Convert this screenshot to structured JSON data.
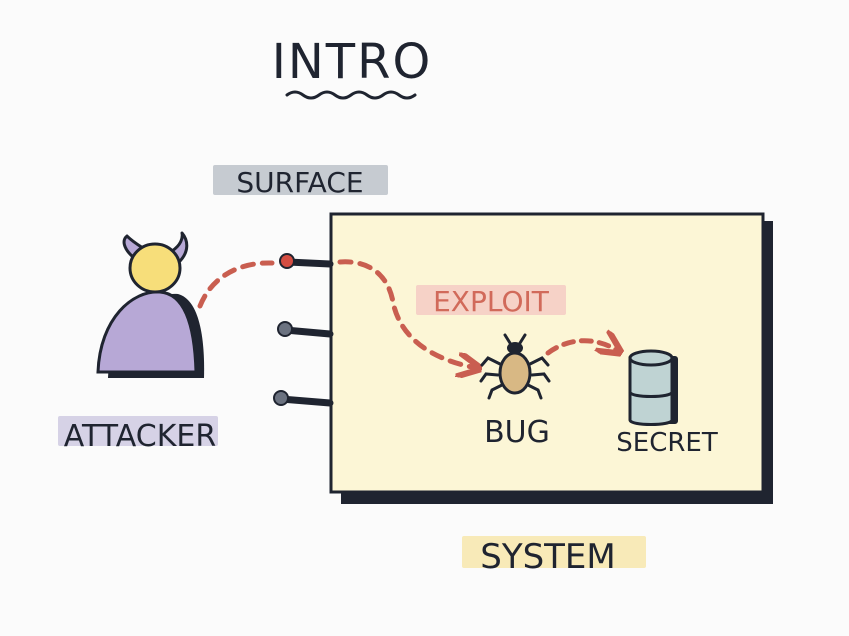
{
  "title": "INTRO",
  "labels": {
    "surface": "SURFACE",
    "attacker": "ATTACKER",
    "exploit": "EXPLOIT",
    "bug": "BUG",
    "secret": "SECRET",
    "system": "SYSTEM"
  },
  "colors": {
    "background": "#fbfbfb",
    "ink": "#1f2430",
    "system_fill": "#fcf6d6",
    "surface_highlight": "#c6cbd1",
    "attacker_highlight": "#d6d2e6",
    "attacker_body": "#b7a8d6",
    "attacker_head": "#f7de7a",
    "exploit_highlight": "#f6d2c7",
    "exploit_text": "#d16a5a",
    "arrow": "#c95e50",
    "bug_body": "#d8b884",
    "secret_fill": "#bfd3d3",
    "system_highlight": "#f8eab8",
    "port_active": "#d44d42",
    "port_idle": "#6b7280"
  }
}
